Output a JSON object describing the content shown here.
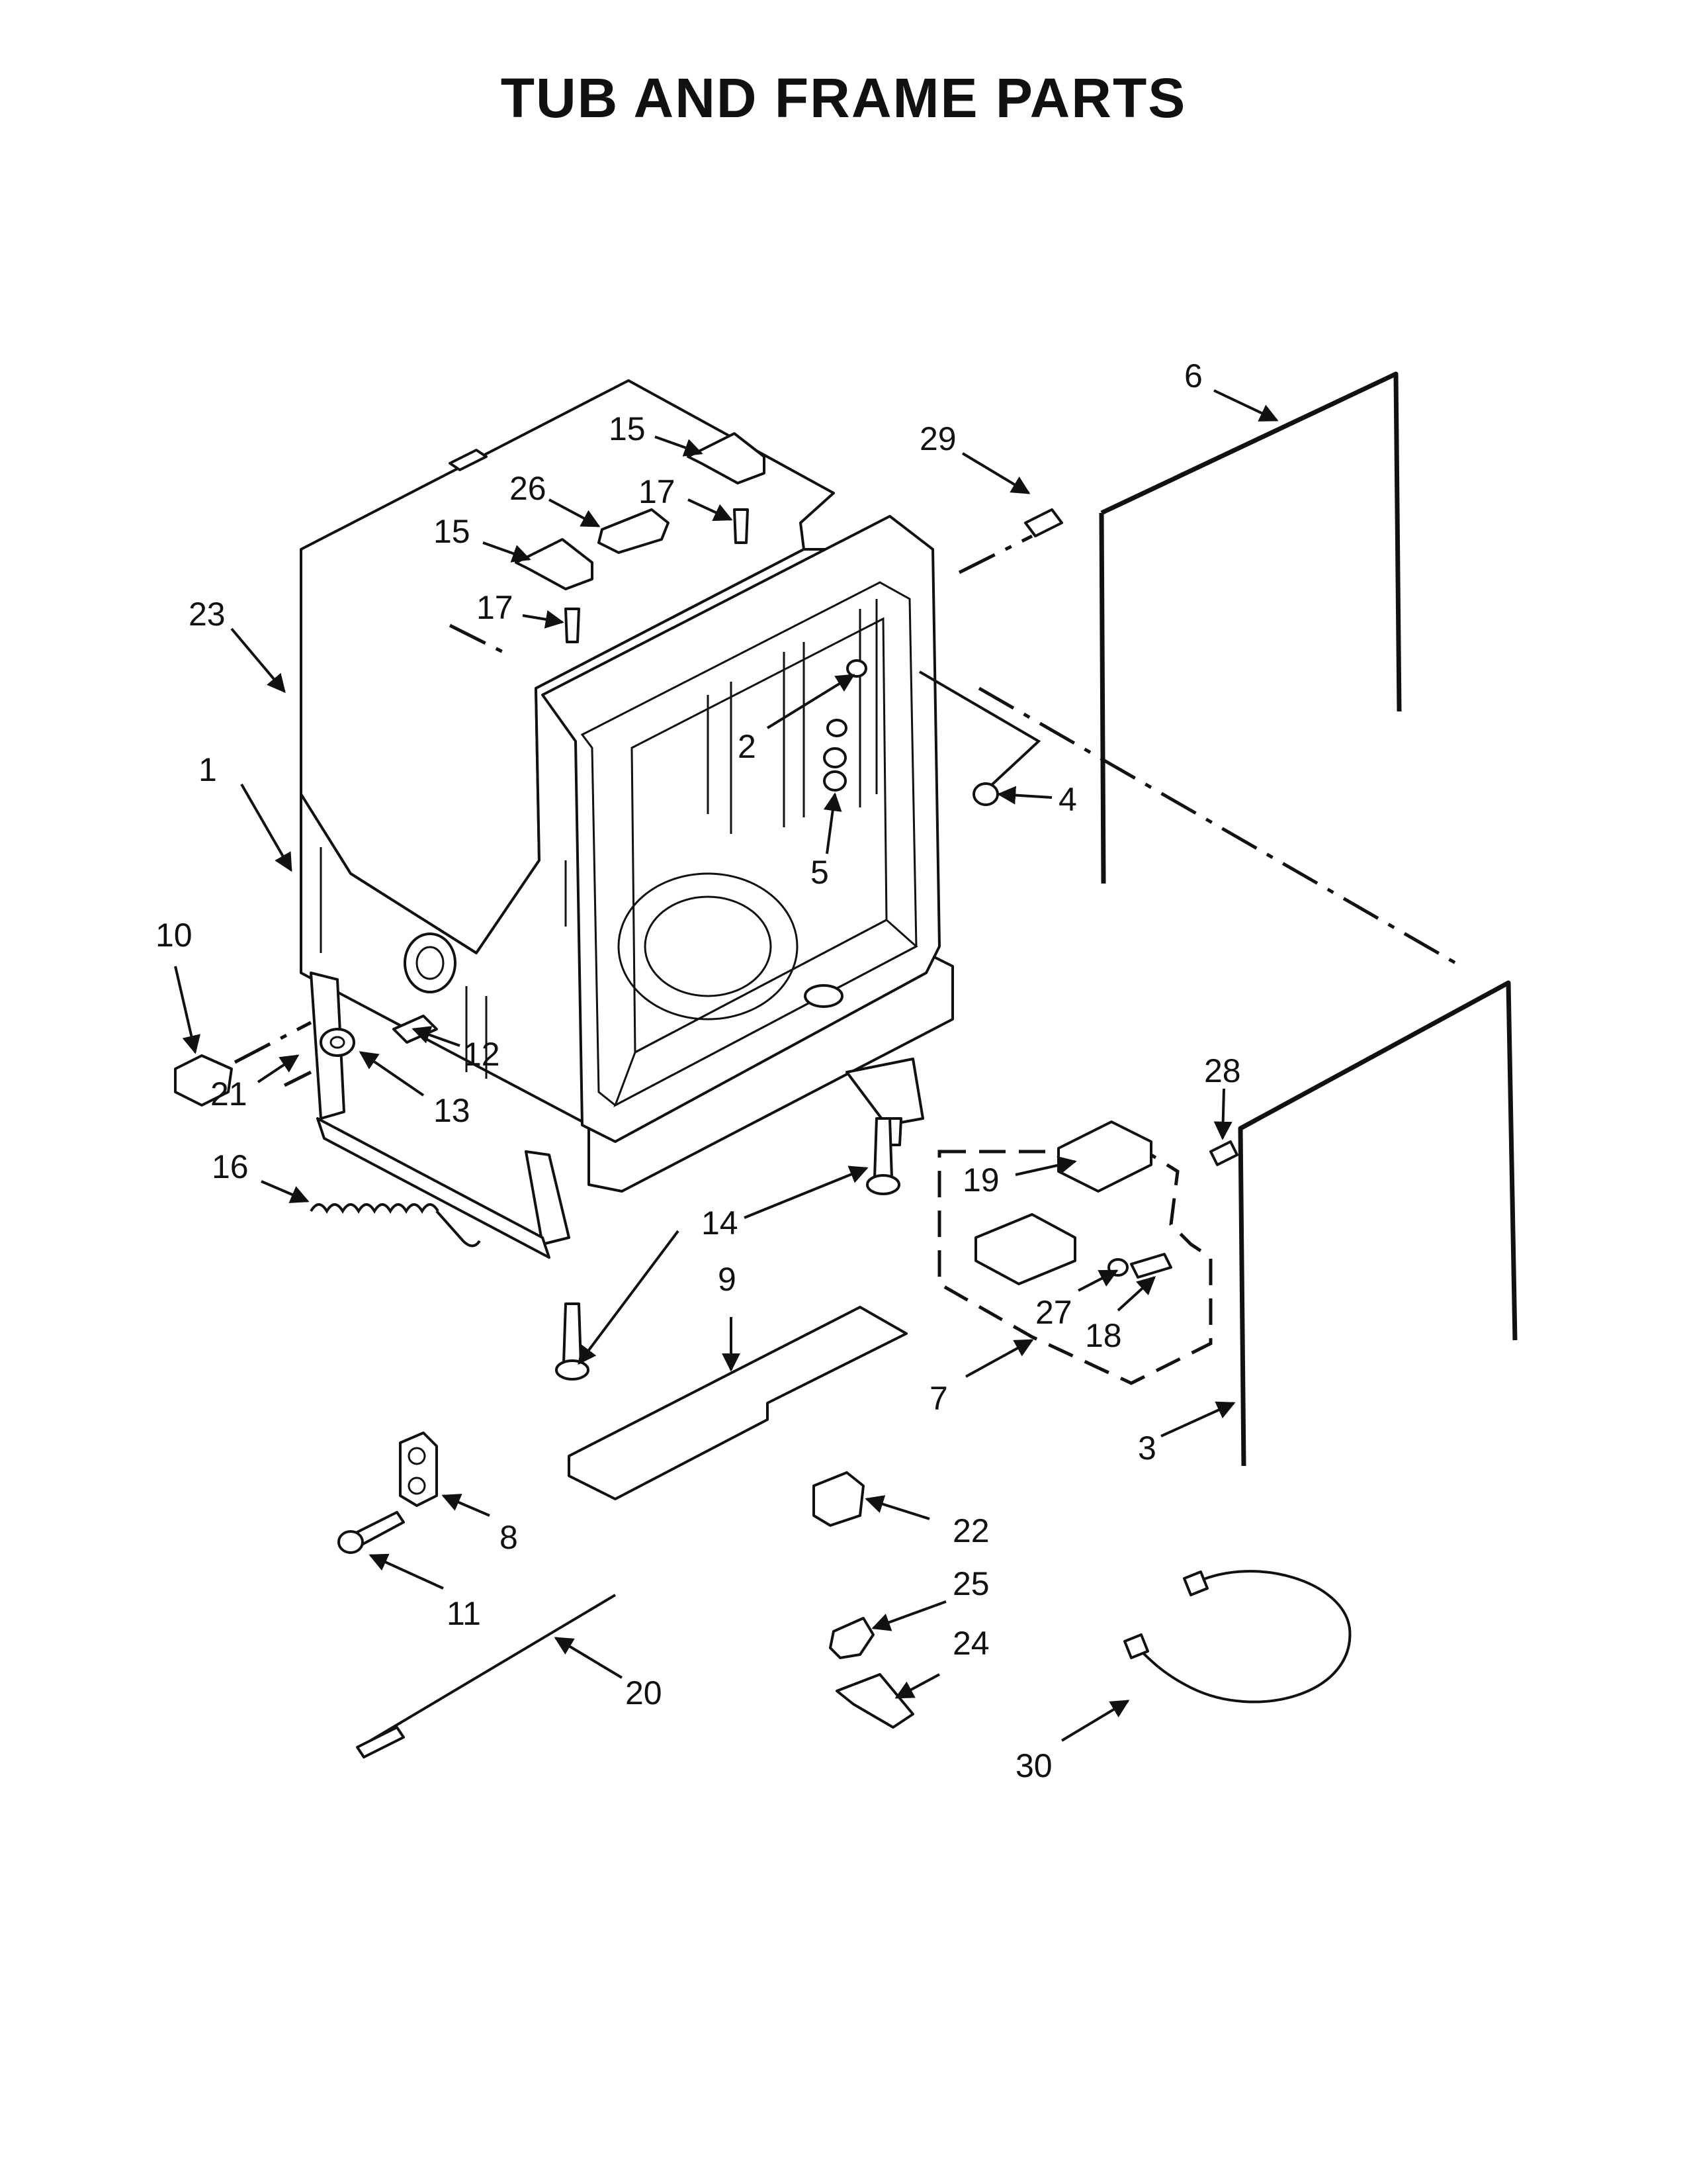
{
  "title": "TUB AND FRAME PARTS",
  "labels": [
    "1",
    "2",
    "3",
    "4",
    "5",
    "6",
    "7",
    "8",
    "9",
    "10",
    "11",
    "12",
    "13",
    "14",
    "15",
    "15",
    "16",
    "17",
    "17",
    "18",
    "19",
    "20",
    "21",
    "22",
    "23",
    "24",
    "25",
    "26",
    "27",
    "28",
    "29",
    "30"
  ]
}
